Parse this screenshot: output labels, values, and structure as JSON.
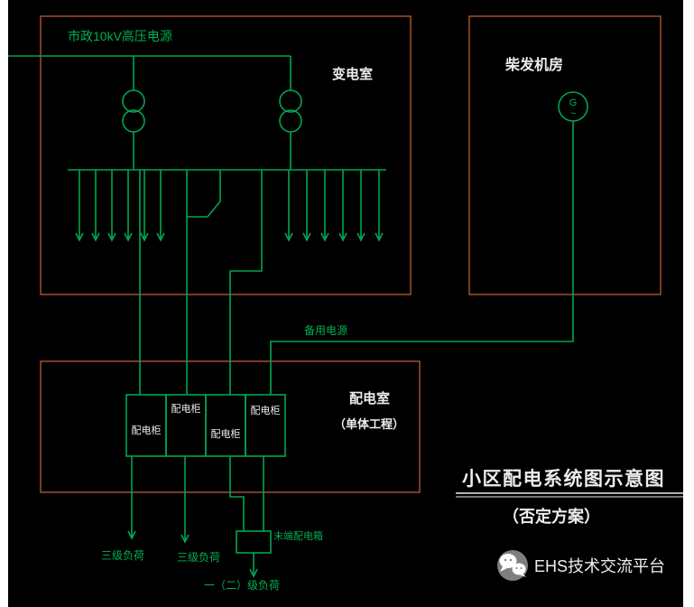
{
  "colors": {
    "background": "#000000",
    "line_green": "#00A651",
    "text_green": "#00B050",
    "box_border": "#A3512B",
    "text_white": "#EDEDED"
  },
  "substation": {
    "supply_label": "市政10kV高压电源",
    "room_label": "变电室"
  },
  "generator_room": {
    "room_label": "柴发机房",
    "symbol_letter": "G",
    "symbol_wave": "~"
  },
  "backup_line": {
    "label": "备用电源"
  },
  "distribution_room": {
    "room_label": "配电室",
    "room_sublabel": "（单体工程）",
    "cabinet_label": "配电柜"
  },
  "loads": {
    "tertiary_label": "三级负荷",
    "terminal_box_label": "末端配电箱",
    "primary_label": "一（二）级负荷"
  },
  "title_block": {
    "main": "小区配电系统图示意图",
    "sub": "（否定方案）"
  },
  "footer": {
    "platform": "EHS技术交流平台",
    "icon": "wechat-logo"
  }
}
